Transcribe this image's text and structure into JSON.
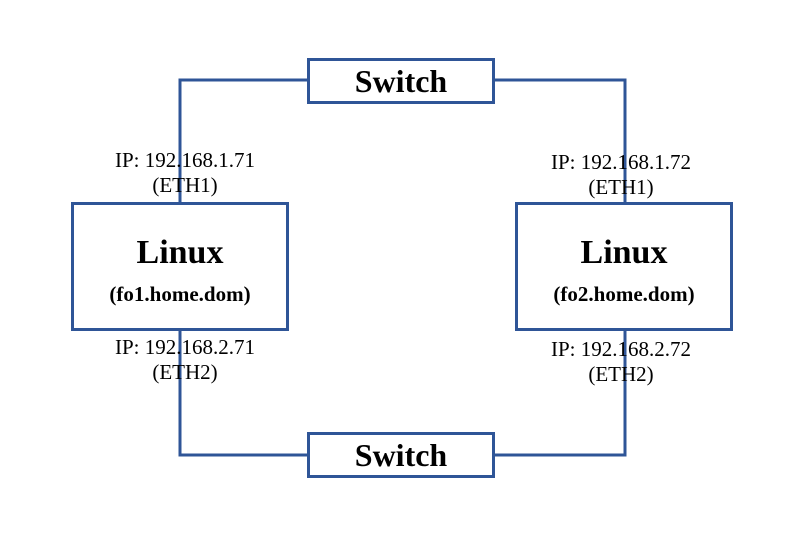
{
  "switches": {
    "top_label": "Switch",
    "bottom_label": "Switch"
  },
  "hosts": {
    "left": {
      "title": "Linux",
      "hostname": "(fo1.home.dom)"
    },
    "right": {
      "title": "Linux",
      "hostname": "(fo2.home.dom)"
    }
  },
  "interfaces": {
    "left_eth1": {
      "ip": "IP: 192.168.1.71",
      "name": "(ETH1)"
    },
    "right_eth1": {
      "ip": "IP: 192.168.1.72",
      "name": "(ETH1)"
    },
    "left_eth2": {
      "ip": "IP: 192.168.2.71",
      "name": "(ETH2)"
    },
    "right_eth2": {
      "ip": "IP: 192.168.2.72",
      "name": "(ETH2)"
    }
  },
  "colors": {
    "line": "#2f5597",
    "text": "#000000",
    "background": "#ffffff"
  }
}
